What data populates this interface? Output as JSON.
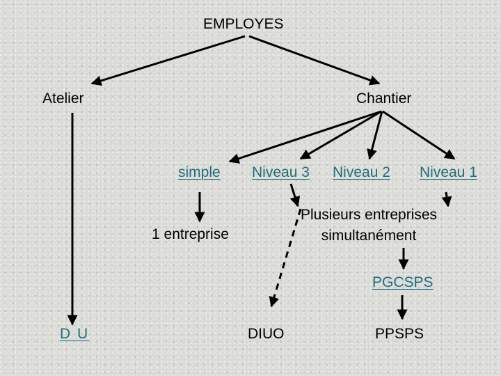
{
  "nodes": {
    "root": "EMPLOYES",
    "atelier": "Atelier",
    "chantier": "Chantier",
    "simple": "simple",
    "niveau3": "Niveau 3",
    "niveau2": "Niveau 2",
    "niveau1": "Niveau 1",
    "une_entreprise": "1 entreprise",
    "plusieurs_line1": "Plusieurs entreprises",
    "plusieurs_line2": "simultanément",
    "pgcsps": "PGCSPS",
    "du": "D U",
    "diuo": "DIUO",
    "ppsps": "PPSPS"
  },
  "colors": {
    "text": "#000000",
    "link_text": "#1f6f7a",
    "arrow": "#000000",
    "background": "#d9d9d6"
  }
}
